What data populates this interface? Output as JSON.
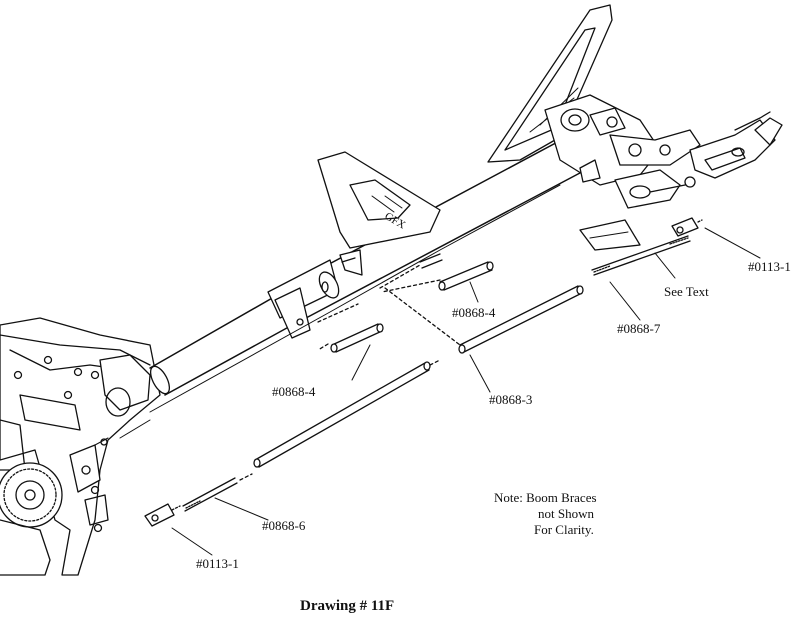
{
  "labels": {
    "part_0113_1_top": "#0113-1",
    "see_text": "See Text",
    "part_0868_7": "#0868-7",
    "part_0868_4_upper": "#0868-4",
    "part_0868_4_lower": "#0868-4",
    "part_0868_3": "#0868-3",
    "part_0868_6": "#0868-6",
    "part_0113_1_bottom": "#0113-1"
  },
  "note": {
    "line1": "Note: Boom Braces",
    "line2": "not Shown",
    "line3": "For Clarity."
  },
  "title": "Drawing # 11F",
  "colors": {
    "ink": "#111111",
    "paper": "#ffffff"
  }
}
